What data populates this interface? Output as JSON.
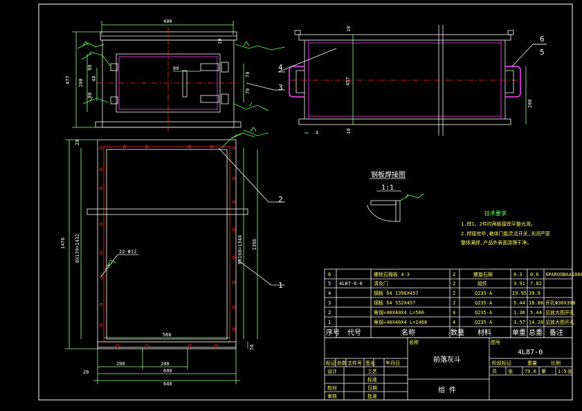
{
  "colors": {
    "background": "#000000",
    "frame": "#ffffff",
    "outline": "#ffffff",
    "dimension": "#9cff9c",
    "centerline": "#ff2a2a",
    "hidden": "#ff44ff",
    "weld": "#66ff66",
    "note_text": "#ffff66",
    "part_line": "#ffffff"
  },
  "top_view": {
    "dim_width": "400",
    "dim_height_total": "477",
    "dim_height_inner": "200",
    "dim_80_a": "80",
    "dim_40": "40",
    "dim_80_b": "80",
    "dim_80_top": "80",
    "dim_70_a": "70",
    "dim_70_b": "70",
    "dim_10": "10"
  },
  "side_view": {
    "dim_457": "457",
    "dim_10_top": "10",
    "dim_10_bottom": "10",
    "dim_4": "4",
    "dim_200": "200"
  },
  "front_view": {
    "dim_1476": "1476",
    "dim_spacing_left": "8X179=1432",
    "dim_1396": "1396",
    "dim_spacing_right": "8X168=1344",
    "dim_20_top": "20",
    "dim_22_412": "22-Φ12",
    "dim_560": "560",
    "dim_200_a": "200",
    "dim_200_b": "200",
    "dim_600": "600",
    "dim_640": "640",
    "dim_20_bottom": "20",
    "dim_56": "56"
  },
  "callouts": {
    "c1": "1",
    "c2": "2",
    "c3": "3",
    "c4": "4",
    "c5": "5",
    "c6": "6"
  },
  "weld_detail": {
    "title": "钢板焊接图",
    "scale": "1:1"
  },
  "tech_notes": {
    "heading": "技术要求",
    "line1": "1.焊1、2件时两板接焊平整光滑。",
    "line2": "2.焊接完毕,箱体门能灵活开关,关闭严密",
    "line3": "  整体满焊,产品外表面清理干净。"
  },
  "parts_list": {
    "rows": [
      {
        "no": "6",
        "code": "",
        "name": "螺栓石棉板 4-3",
        "qty": "2",
        "material": "螺旋石棉",
        "unit": "0.3",
        "total": "0.6",
        "note": "4PAROOBAA1000"
      },
      {
        "no": "5",
        "code": "4L87-6-0",
        "name": "清灰门",
        "qty": "2",
        "material": "组件",
        "unit": "3.91",
        "total": "7.82",
        "note": ""
      },
      {
        "no": "4",
        "code": "",
        "name": "钢板 δ4 1396X457",
        "qty": "2",
        "material": "Q235-A",
        "unit": "19.95",
        "total": "39.9",
        "note": ""
      },
      {
        "no": "3",
        "code": "",
        "name": "钢板 δ4 552X457",
        "qty": "2",
        "material": "Q235-A",
        "unit": "5.44",
        "total": "10.88",
        "note": "开孔Φ30X300"
      },
      {
        "no": "2",
        "code": "",
        "name": "角钢∠40X40X4 L=560",
        "qty": "4",
        "material": "Q235-A",
        "unit": "1.36",
        "total": "5.44",
        "note": "见放大图开孔"
      },
      {
        "no": "1",
        "code": "",
        "name": "角钢∠40X40X4 L=1468",
        "qty": "4",
        "material": "Q235-A",
        "unit": "3.57",
        "total": "14.28",
        "note": "见放大图开孔"
      }
    ],
    "header": {
      "no": "序号",
      "code": "代号",
      "name": "名称",
      "qty": "数量",
      "material": "材料",
      "unit": "单重",
      "total": "总重",
      "note": "备注"
    }
  },
  "title_block": {
    "drawing_name": "前落灰斗",
    "drawing_no": "4L87-0",
    "type": "组  件",
    "rev_labels": [
      "标记",
      "处数",
      "文件号",
      "签名",
      "年月日"
    ],
    "left_labels": [
      "设计",
      "校对",
      "审核"
    ],
    "mid_labels": [
      "标准",
      "工艺",
      "批准",
      "日期"
    ],
    "stage_labels": [
      "阶段标记",
      "重量",
      "比例"
    ],
    "weight": "79.0",
    "scale": "1:5",
    "sheet_labels": [
      "共",
      "张",
      "第",
      "张"
    ],
    "small1": "名称",
    "small2": "图号"
  }
}
